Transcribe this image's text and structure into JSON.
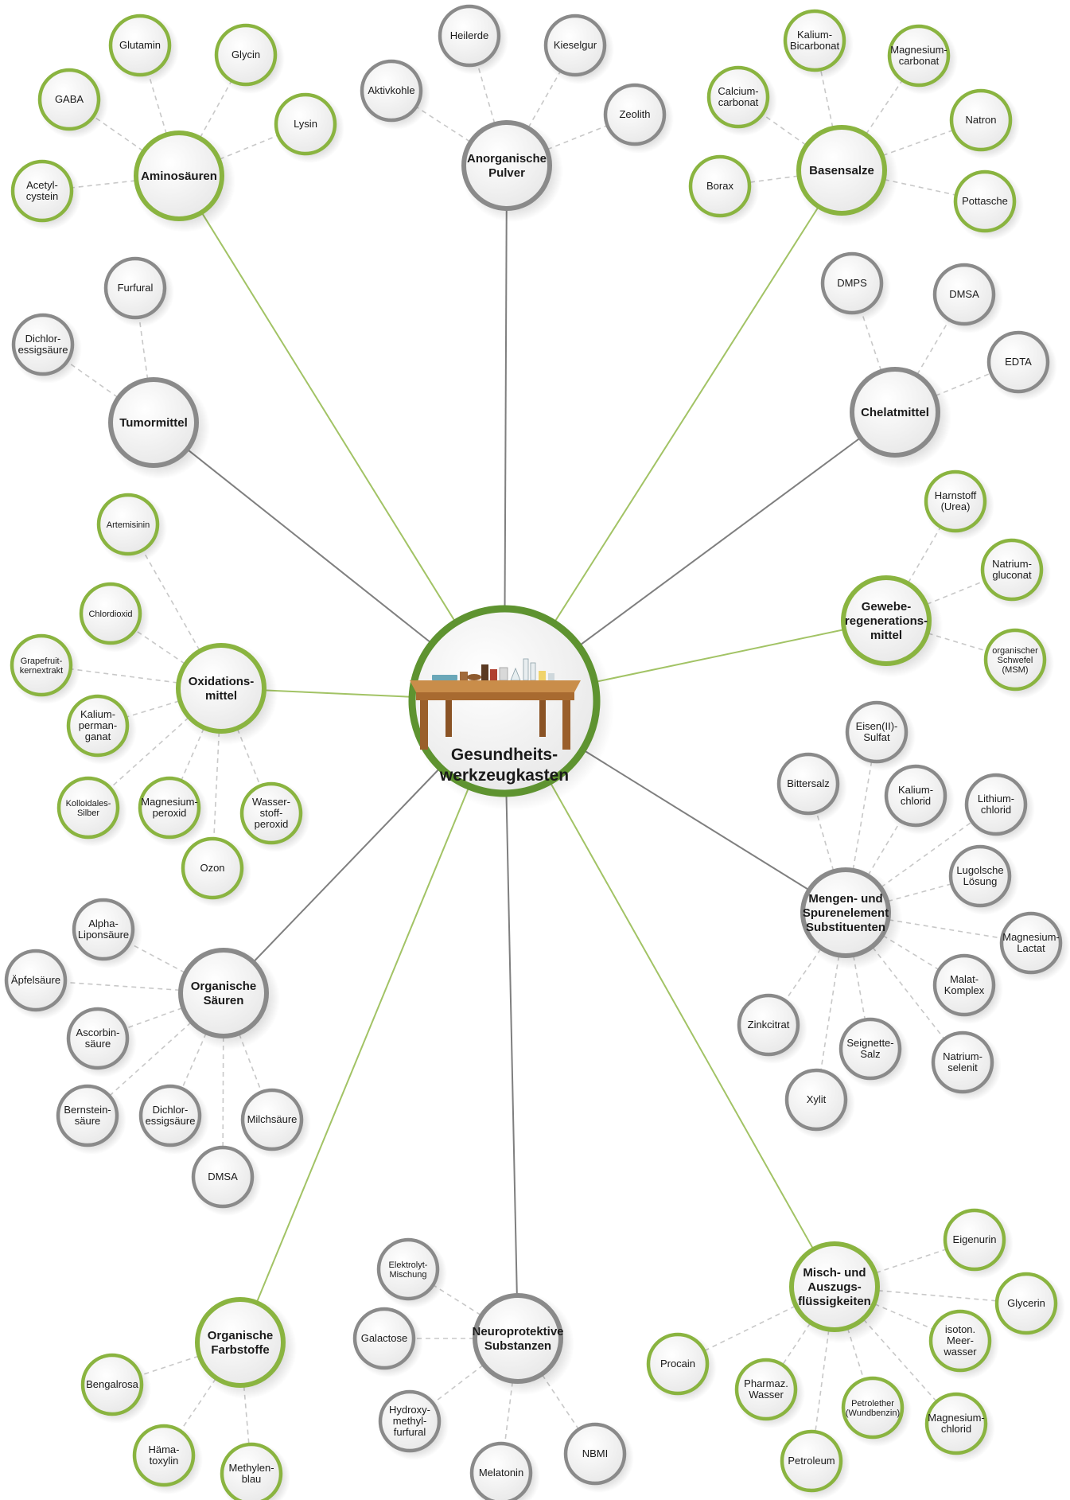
{
  "center": {
    "label": [
      "Gesundheits-",
      "werkzeugkasten"
    ],
    "image": "wooden table with lab glassware illustration"
  },
  "colors": {
    "green": "#8ab440",
    "gray": "#8a8a8a",
    "center_ring": "#5e9330",
    "green_line": "#a2c365",
    "gray_line": "#7f7f7f",
    "dash": "#c8c8c8",
    "node_fill": "#f7f7f7"
  },
  "groups": [
    {
      "id": "aminosaeuren",
      "label": [
        "Aminosäuren"
      ],
      "color": "green",
      "items": [
        {
          "label": [
            "Glutamin"
          ],
          "color": "green"
        },
        {
          "label": [
            "Glycin"
          ],
          "color": "green"
        },
        {
          "label": [
            "GABA"
          ],
          "color": "green"
        },
        {
          "label": [
            "Lysin"
          ],
          "color": "green"
        },
        {
          "label": [
            "Acetyl-",
            "cystein"
          ],
          "color": "green"
        }
      ]
    },
    {
      "id": "anorganische-pulver",
      "label": [
        "Anorganische",
        "Pulver"
      ],
      "color": "gray",
      "items": [
        {
          "label": [
            "Heilerde"
          ],
          "color": "gray"
        },
        {
          "label": [
            "Kieselgur"
          ],
          "color": "gray"
        },
        {
          "label": [
            "Aktivkohle"
          ],
          "color": "gray"
        },
        {
          "label": [
            "Zeolith"
          ],
          "color": "gray"
        }
      ]
    },
    {
      "id": "basensalze",
      "label": [
        "Basensalze"
      ],
      "color": "green",
      "items": [
        {
          "label": [
            "Kalium-",
            "Bicarbonat"
          ],
          "color": "green"
        },
        {
          "label": [
            "Magnesium-",
            "carbonat"
          ],
          "color": "green"
        },
        {
          "label": [
            "Calcium-",
            "carbonat"
          ],
          "color": "green"
        },
        {
          "label": [
            "Natron"
          ],
          "color": "green"
        },
        {
          "label": [
            "Borax"
          ],
          "color": "green"
        },
        {
          "label": [
            "Pottasche"
          ],
          "color": "green"
        }
      ]
    },
    {
      "id": "tumormittel",
      "label": [
        "Tumormittel"
      ],
      "color": "gray",
      "items": [
        {
          "label": [
            "Furfural"
          ],
          "color": "gray"
        },
        {
          "label": [
            "Dichlor-",
            "essigsäure"
          ],
          "color": "gray"
        }
      ]
    },
    {
      "id": "chelatmittel",
      "label": [
        "Chelatmittel"
      ],
      "color": "gray",
      "items": [
        {
          "label": [
            "DMPS"
          ],
          "color": "gray"
        },
        {
          "label": [
            "DMSA"
          ],
          "color": "gray"
        },
        {
          "label": [
            "EDTA"
          ],
          "color": "gray"
        }
      ]
    },
    {
      "id": "gewebe",
      "label": [
        "Gewebe-",
        "regenerations-",
        "mittel"
      ],
      "color": "green",
      "items": [
        {
          "label": [
            "Harnstoff",
            "(Urea)"
          ],
          "color": "green"
        },
        {
          "label": [
            "Natrium-",
            "gluconat"
          ],
          "color": "green"
        },
        {
          "label": [
            "organischer",
            "Schwefel",
            "(MSM)"
          ],
          "color": "green"
        }
      ]
    },
    {
      "id": "oxidationsmittel",
      "label": [
        "Oxidations-",
        "mittel"
      ],
      "color": "green",
      "items": [
        {
          "label": [
            "Artemisinin"
          ],
          "color": "green"
        },
        {
          "label": [
            "Chlordioxid"
          ],
          "color": "green"
        },
        {
          "label": [
            "Grapefruit-",
            "kernextrakt"
          ],
          "color": "green"
        },
        {
          "label": [
            "Kalium-",
            "perman-",
            "ganat"
          ],
          "color": "green"
        },
        {
          "label": [
            "Kolloidales-",
            "Silber"
          ],
          "color": "green"
        },
        {
          "label": [
            "Magnesium-",
            "peroxid"
          ],
          "color": "green"
        },
        {
          "label": [
            "Wasser-",
            "stoff-",
            "peroxid"
          ],
          "color": "green"
        },
        {
          "label": [
            "Ozon"
          ],
          "color": "green"
        }
      ]
    },
    {
      "id": "mengen",
      "label": [
        "Mengen- und",
        "Spurenelement",
        "Substituenten"
      ],
      "color": "gray",
      "items": [
        {
          "label": [
            "Eisen(II)-",
            "Sulfat"
          ],
          "color": "gray"
        },
        {
          "label": [
            "Bittersalz"
          ],
          "color": "gray"
        },
        {
          "label": [
            "Kalium-",
            "chlorid"
          ],
          "color": "gray"
        },
        {
          "label": [
            "Lithium-",
            "chlorid"
          ],
          "color": "gray"
        },
        {
          "label": [
            "Lugolsche",
            "Lösung"
          ],
          "color": "gray"
        },
        {
          "label": [
            "Magnesium-",
            "Lactat"
          ],
          "color": "gray"
        },
        {
          "label": [
            "Malat-",
            "Komplex"
          ],
          "color": "gray"
        },
        {
          "label": [
            "Zinkcitrat"
          ],
          "color": "gray"
        },
        {
          "label": [
            "Seignette-",
            "Salz"
          ],
          "color": "gray"
        },
        {
          "label": [
            "Natrium-",
            "selenit"
          ],
          "color": "gray"
        },
        {
          "label": [
            "Xylit"
          ],
          "color": "gray"
        }
      ]
    },
    {
      "id": "organische-saeuren",
      "label": [
        "Organische",
        "Säuren"
      ],
      "color": "gray",
      "items": [
        {
          "label": [
            "Alpha-",
            "Liponsäure"
          ],
          "color": "gray"
        },
        {
          "label": [
            "Äpfelsäure"
          ],
          "color": "gray"
        },
        {
          "label": [
            "Ascorbin-",
            "säure"
          ],
          "color": "gray"
        },
        {
          "label": [
            "Bernstein-",
            "säure"
          ],
          "color": "gray"
        },
        {
          "label": [
            "Dichlor-",
            "essigsäure"
          ],
          "color": "gray"
        },
        {
          "label": [
            "Milchsäure"
          ],
          "color": "gray"
        },
        {
          "label": [
            "DMSA"
          ],
          "color": "gray"
        }
      ]
    },
    {
      "id": "organische-farbstoffe",
      "label": [
        "Organische",
        "Farbstoffe"
      ],
      "color": "green",
      "items": [
        {
          "label": [
            "Bengalrosa"
          ],
          "color": "green"
        },
        {
          "label": [
            "Häma-",
            "toxylin"
          ],
          "color": "green"
        },
        {
          "label": [
            "Methylen-",
            "blau"
          ],
          "color": "green"
        }
      ]
    },
    {
      "id": "neuroprotektive",
      "label": [
        "Neuroprotektive",
        "Substanzen"
      ],
      "color": "gray",
      "items": [
        {
          "label": [
            "Elektrolyt-",
            "Mischung"
          ],
          "color": "gray"
        },
        {
          "label": [
            "Galactose"
          ],
          "color": "gray"
        },
        {
          "label": [
            "Hydroxy-",
            "methyl-",
            "furfural"
          ],
          "color": "gray"
        },
        {
          "label": [
            "Melatonin"
          ],
          "color": "gray"
        },
        {
          "label": [
            "NBMI"
          ],
          "color": "gray"
        }
      ]
    },
    {
      "id": "misch",
      "label": [
        "Misch- und",
        "Auszugs-",
        "flüssigkeiten"
      ],
      "color": "green",
      "items": [
        {
          "label": [
            "Eigenurin"
          ],
          "color": "green"
        },
        {
          "label": [
            "Glycerin"
          ],
          "color": "green"
        },
        {
          "label": [
            "isoton.",
            "Meer-",
            "wasser"
          ],
          "color": "green"
        },
        {
          "label": [
            "Procain"
          ],
          "color": "green"
        },
        {
          "label": [
            "Pharmaz.",
            "Wasser"
          ],
          "color": "green"
        },
        {
          "label": [
            "Petrolether",
            "(Wundbenzin)"
          ],
          "color": "green"
        },
        {
          "label": [
            "Magnesium-",
            "chlorid"
          ],
          "color": "green"
        },
        {
          "label": [
            "Petroleum"
          ],
          "color": "green"
        }
      ]
    }
  ]
}
